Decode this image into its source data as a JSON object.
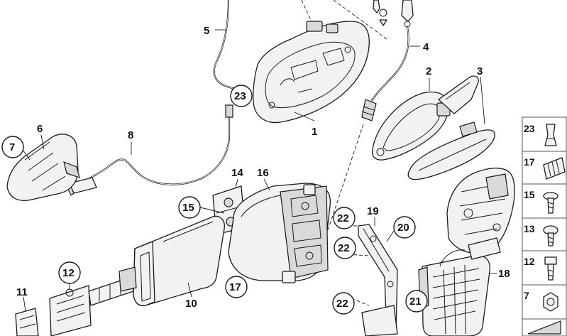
{
  "diagram": {
    "callouts": {
      "c1": "1",
      "c2": "2",
      "c3": "3",
      "c4": "4",
      "c5": "5",
      "c6": "6",
      "c7": "7",
      "c8": "8",
      "c10": "10",
      "c11": "11",
      "c12": "12",
      "c14": "14",
      "c15": "15",
      "c16": "16",
      "c17": "17",
      "c18": "18",
      "c19": "19",
      "c20": "20",
      "c21": "21",
      "c22a": "22",
      "c22b": "22",
      "c22c": "22",
      "c23": "23"
    },
    "side_panel": {
      "p23": "23",
      "p17": "17",
      "p15": "15",
      "p13": "13",
      "p12": "12",
      "p7": "7"
    }
  }
}
